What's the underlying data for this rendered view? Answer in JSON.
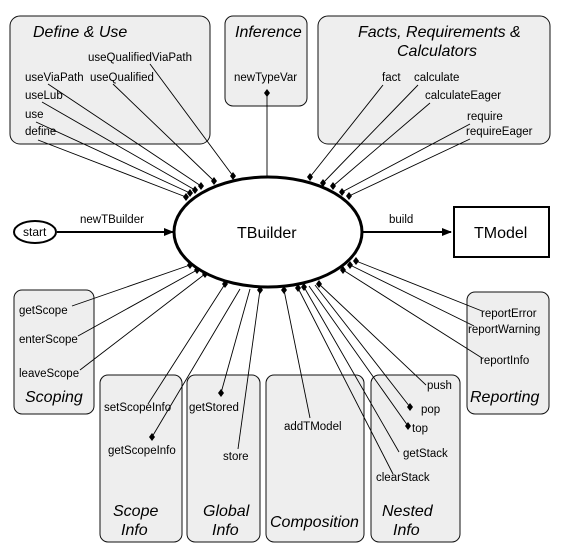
{
  "groups": {
    "define_use": "Define & Use",
    "inference": "Inference",
    "facts_title_1": "Facts, Requirements &",
    "facts_title_2": "Calculators",
    "scoping": "Scoping",
    "scope_info_1": "Scope",
    "scope_info_2": "Info",
    "global_info_1": "Global",
    "global_info_2": "Info",
    "composition": "Composition",
    "nested_info_1": "Nested",
    "nested_info_2": "Info",
    "reporting": "Reporting"
  },
  "nodes": {
    "tbuilder": "TBuilder",
    "tmodel": "TModel",
    "start": "start"
  },
  "edges": {
    "newTBuilder": "newTBuilder",
    "build": "build"
  },
  "ops": {
    "useQualifiedViaPath": "useQualifiedViaPath",
    "useViaPath": "useViaPath",
    "useQualified": "useQualified",
    "useLub": "useLub",
    "use": "use",
    "define": "define",
    "newTypeVar": "newTypeVar",
    "fact": "fact",
    "calculate": "calculate",
    "calculateEager": "calculateEager",
    "require": "require",
    "requireEager": "requireEager",
    "getScope": "getScope",
    "enterScope": "enterScope",
    "leaveScope": "leaveScope",
    "setScopeInfo": "setScopeInfo",
    "getScopeInfo": "getScopeInfo",
    "getStored": "getStored",
    "store": "store",
    "addTModel": "addTModel",
    "push": "push",
    "pop": "pop",
    "top": "top",
    "getStack": "getStack",
    "clearStack": "clearStack",
    "reportError": "reportError",
    "reportWarning": "reportWarning",
    "reportInfo": "reportInfo"
  }
}
